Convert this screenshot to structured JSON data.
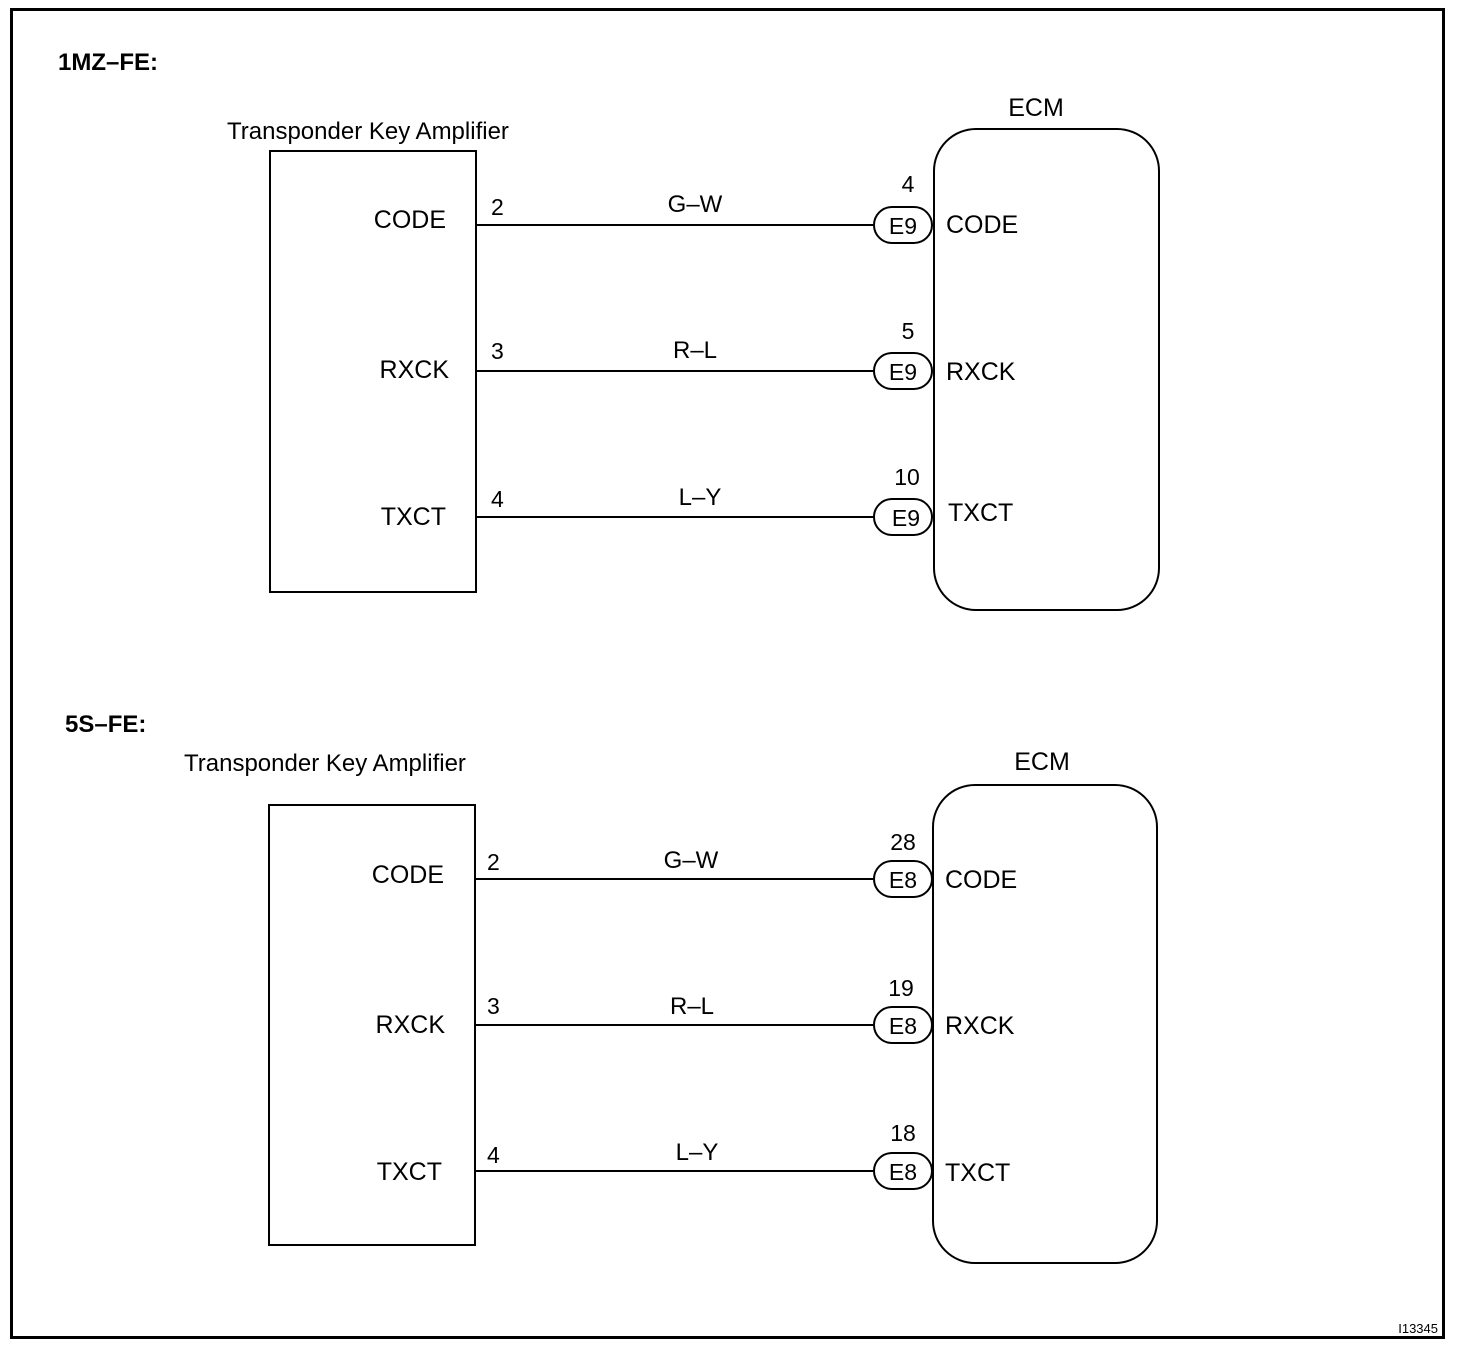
{
  "sections": [
    {
      "heading": "1MZ–FE:",
      "amp_label": "Transponder Key Amplifier",
      "ecm_label": "ECM",
      "wires": [
        {
          "signal": "CODE",
          "amp_pin": "2",
          "color": "G–W",
          "ecm_pin": "4",
          "connector": "E9",
          "ecm_signal": "CODE"
        },
        {
          "signal": "RXCK",
          "amp_pin": "3",
          "color": "R–L",
          "ecm_pin": "5",
          "connector": "E9",
          "ecm_signal": "RXCK"
        },
        {
          "signal": "TXCT",
          "amp_pin": "4",
          "color": "L–Y",
          "ecm_pin": "10",
          "connector": "E9",
          "ecm_signal": "TXCT"
        }
      ]
    },
    {
      "heading": "5S–FE:",
      "amp_label": "Transponder Key Amplifier",
      "ecm_label": "ECM",
      "wires": [
        {
          "signal": "CODE",
          "amp_pin": "2",
          "color": "G–W",
          "ecm_pin": "28",
          "connector": "E8",
          "ecm_signal": "CODE"
        },
        {
          "signal": "RXCK",
          "amp_pin": "3",
          "color": "R–L",
          "ecm_pin": "19",
          "connector": "E8",
          "ecm_signal": "RXCK"
        },
        {
          "signal": "TXCT",
          "amp_pin": "4",
          "color": "L–Y",
          "ecm_pin": "18",
          "connector": "E8",
          "ecm_signal": "TXCT"
        }
      ]
    }
  ],
  "figure_id": "I13345"
}
